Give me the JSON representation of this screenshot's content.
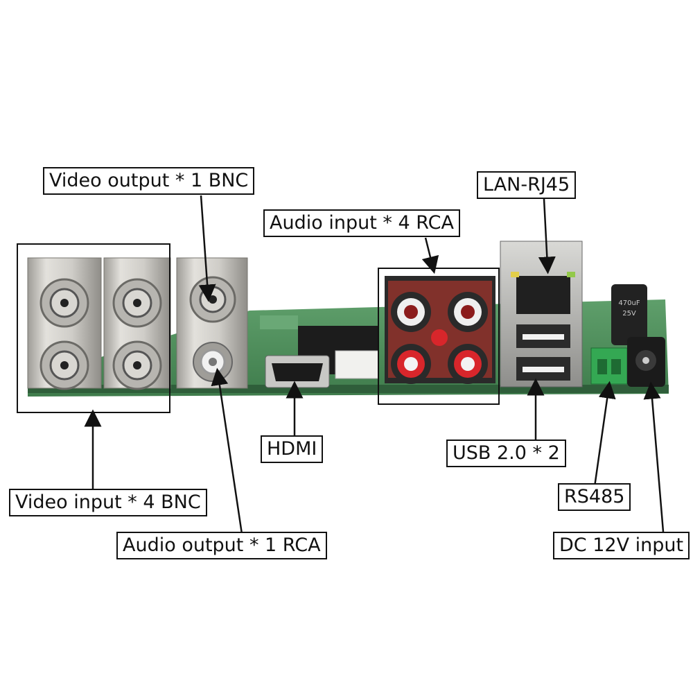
{
  "labels": {
    "video_output": "Video output * 1 BNC",
    "lan": "LAN-RJ45",
    "audio_input": "Audio input * 4 RCA",
    "hdmi": "HDMI",
    "usb": "USB 2.0 * 2",
    "video_input": "Video input * 4 BNC",
    "rs485": "RS485",
    "audio_output": "Audio output * 1 RCA",
    "dc_input": "DC 12V input"
  },
  "capacitor": {
    "line1": "470uF",
    "line2": "25V"
  },
  "colors": {
    "pcb": "#4f8f5c",
    "metal": "#c9c7c2",
    "rca_red": "#d8262b",
    "rca_housing": "#2a2a2a",
    "terminal_green": "#34a853"
  }
}
